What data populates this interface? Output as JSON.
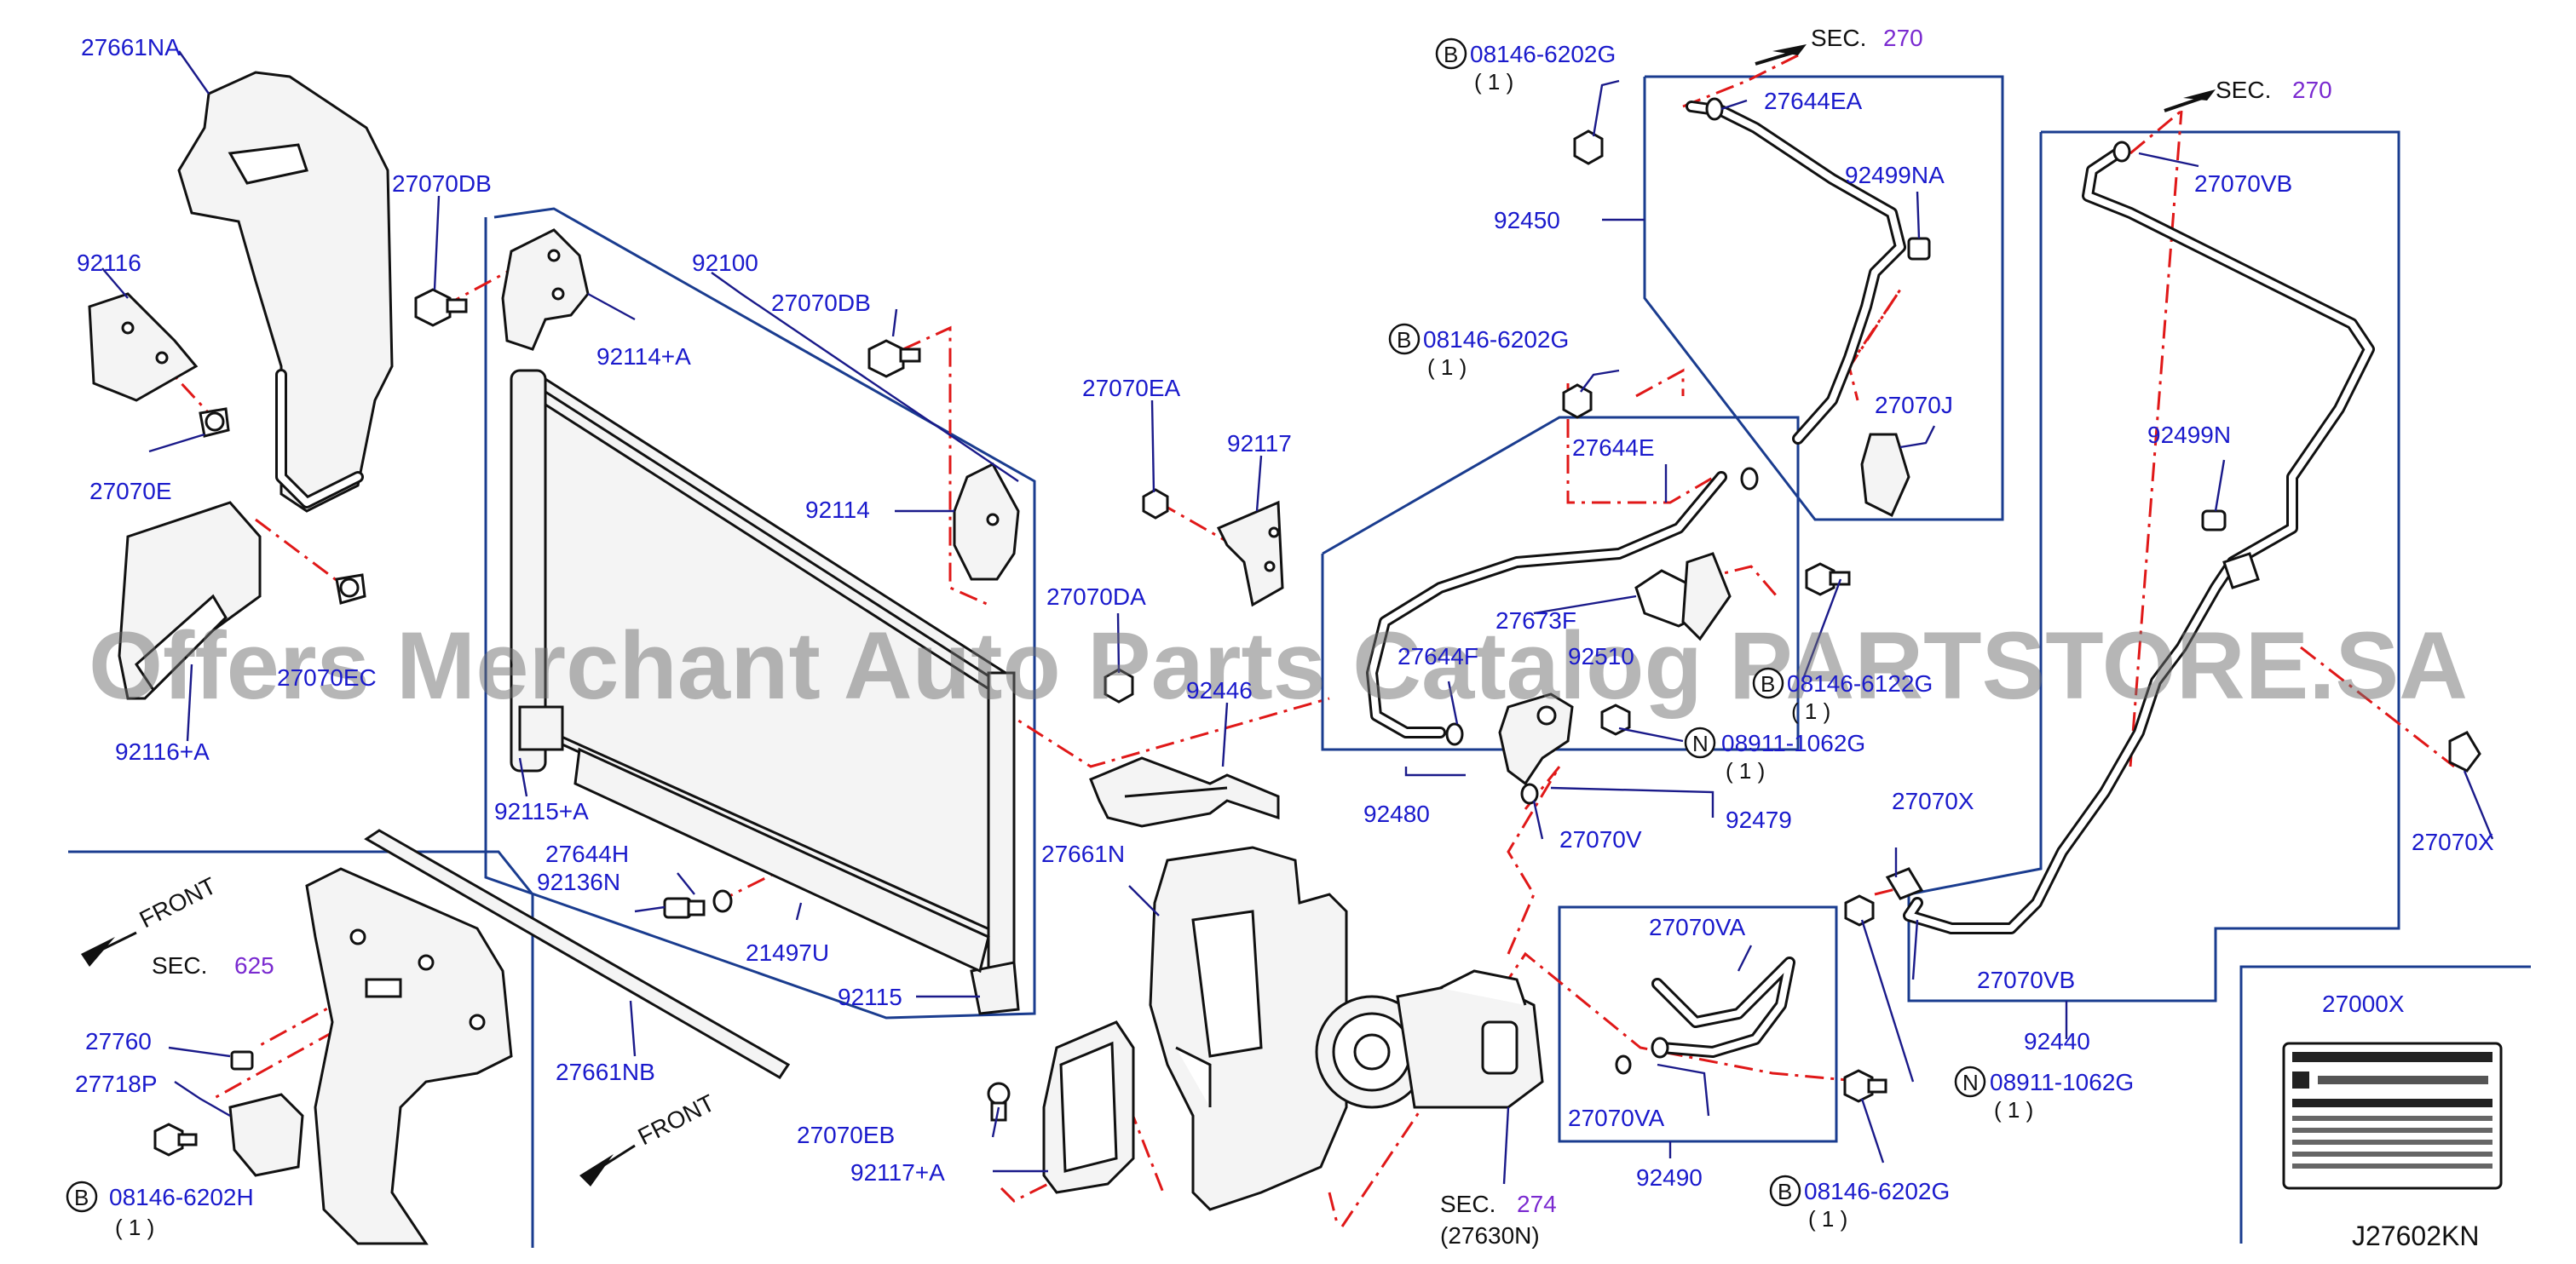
{
  "diagram": {
    "diagram_code": "J27602KN",
    "watermark": "Offers Merchant Auto Parts Catalog PARTSTORE.SA",
    "section_refs": [
      {
        "prefix": "SEC.",
        "number": "270"
      },
      {
        "prefix": "SEC.",
        "number": "270"
      },
      {
        "prefix": "SEC.",
        "number": "625"
      },
      {
        "prefix": "SEC.",
        "number": "274",
        "sub": "(27630N)"
      }
    ],
    "front_labels": [
      "FRONT",
      "FRONT"
    ],
    "callout_letters": {
      "b": "B",
      "n": "N"
    },
    "qty": "(   1   )",
    "parts": {
      "p27661NA": "27661NA",
      "p92116": "92116",
      "p27070E": "27070E",
      "p27070EC": "27070EC",
      "p92116A": "92116+A",
      "p27070DB_1": "27070DB",
      "p92100": "92100",
      "p27070DB_2": "27070DB",
      "p92114A": "92114+A",
      "p92114": "92114",
      "p92115A": "92115+A",
      "p27644H": "27644H",
      "p92136N": "92136N",
      "p21497U": "21497U",
      "p92115": "92115",
      "p27661NB": "27661NB",
      "p27760": "27760",
      "p27718P": "27718P",
      "p08146_6202H": "08146-6202H",
      "p27070EA": "27070EA",
      "p92117": "92117",
      "p27070DA": "27070DA",
      "p92446": "92446",
      "p27661N": "27661N",
      "p27070EB": "27070EB",
      "p92117A": "92117+A",
      "p08146_6202G_1": "08146-6202G",
      "p27644EA": "27644EA",
      "p92499NA": "92499NA",
      "p92450": "92450",
      "p08146_6202G_2": "08146-6202G",
      "p27070J": "27070J",
      "p27644E": "27644E",
      "p27673F": "27673F",
      "p27644F": "27644F",
      "p92510": "92510",
      "p08146_6122G": "08146-6122G",
      "p08911_1062G_1": "08911-1062G",
      "p92479": "92479",
      "p92480": "92480",
      "p27070V": "27070V",
      "p27070VA_1": "27070VA",
      "p27070VA_2": "27070VA",
      "p92490": "92490",
      "p08146_6202G_3": "08146-6202G",
      "p08911_1062G_2": "08911-1062G",
      "p27070X_1": "27070X",
      "p27070VB_1": "27070VB",
      "p92440": "92440",
      "p27070VB_2": "27070VB",
      "p92499N": "92499N",
      "p27070X_2": "27070X",
      "p27000X": "27000X"
    }
  },
  "colors": {
    "label_text": "#1a1acc",
    "section_number": "#7a2ad0",
    "group_box": "#1a3c8f",
    "dash_dot_line": "#e01818",
    "part_outline": "#111111"
  }
}
